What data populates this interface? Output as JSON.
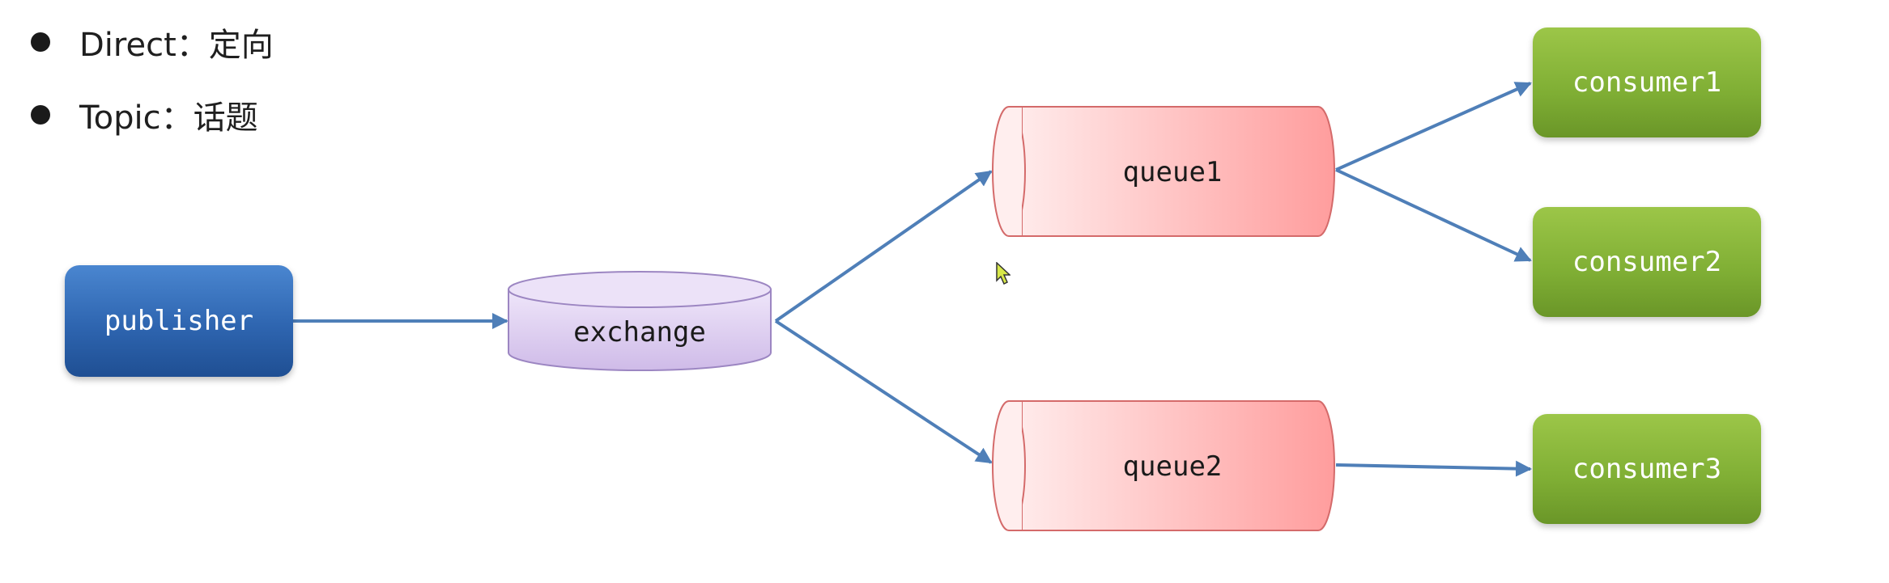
{
  "bullets": [
    {
      "label": "Direct：定向"
    },
    {
      "label": "Topic：话题"
    }
  ],
  "nodes": {
    "publisher": "publisher",
    "exchange": "exchange",
    "queue1": "queue1",
    "queue2": "queue2",
    "consumer1": "consumer1",
    "consumer2": "consumer2",
    "consumer3": "consumer3"
  },
  "edges": [
    {
      "from": "publisher",
      "to": "exchange"
    },
    {
      "from": "exchange",
      "to": "queue1"
    },
    {
      "from": "exchange",
      "to": "queue2"
    },
    {
      "from": "queue1",
      "to": "consumer1"
    },
    {
      "from": "queue1",
      "to": "consumer2"
    },
    {
      "from": "queue2",
      "to": "consumer3"
    }
  ],
  "colors": {
    "publisher": "#2e65b0",
    "consumer": "#7fae34",
    "queue": "#ff9e9e",
    "exchange": "#d9c8ef",
    "arrow": "#4f7fb8"
  }
}
